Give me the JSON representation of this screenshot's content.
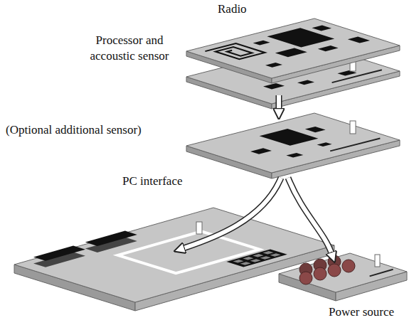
{
  "diagram": {
    "labels": [
      "Radio",
      "Processor and accoustic sensor",
      "(Optional additional sensor)",
      "PC interface",
      "Power source"
    ]
  }
}
